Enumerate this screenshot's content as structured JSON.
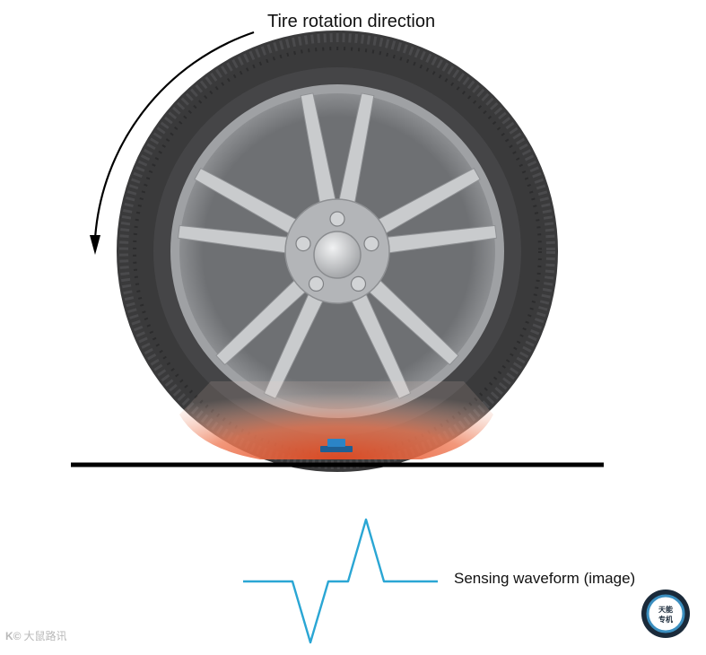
{
  "labels": {
    "rotation": "Tire rotation direction",
    "waveform": "Sensing waveform (image)"
  },
  "watermark": {
    "icon": "K©",
    "text": "大鼠路讯"
  },
  "badge": {
    "line1": "天能",
    "line2": "专机"
  },
  "colors": {
    "tire": "#3a3a3b",
    "tread": "#4a4a4c",
    "rim": "#9fa1a4",
    "spoke": "#c9cbcd",
    "hub": "#b3b5b8",
    "contact_glow": "#e8582e",
    "sensor": "#2b84c6",
    "waveform": "#2aa6d4",
    "ground": "#000000",
    "arrow": "#000000"
  }
}
